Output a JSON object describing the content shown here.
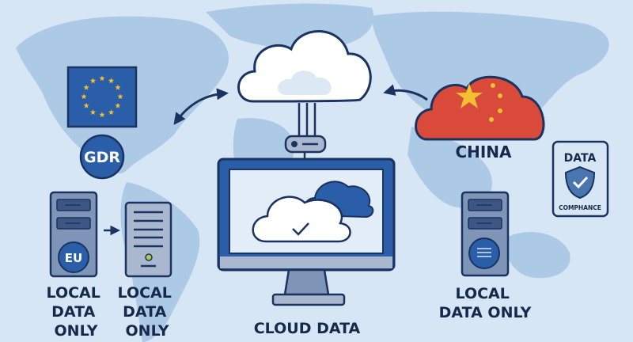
{
  "colors": {
    "background": "#d6e6f4",
    "map": "#acc9e6",
    "navy": "#1b3360",
    "blue": "#2b5ea8",
    "red": "#d94a3a",
    "gold": "#f2c030"
  },
  "eu": {
    "badge": "GDR",
    "server_badge": "EU",
    "labels": [
      [
        "LOCAL",
        "DATA",
        "ONLY"
      ],
      [
        "LOCAL",
        "DATA",
        "ONLY"
      ]
    ]
  },
  "center": {
    "label": "CLOUD DATA"
  },
  "china": {
    "label": "CHINA"
  },
  "compliance": {
    "title": "DATA",
    "subtitle": "COMPHANCE"
  },
  "right_server": {
    "labels": [
      "LOCAL",
      "DATA ONLY"
    ]
  }
}
